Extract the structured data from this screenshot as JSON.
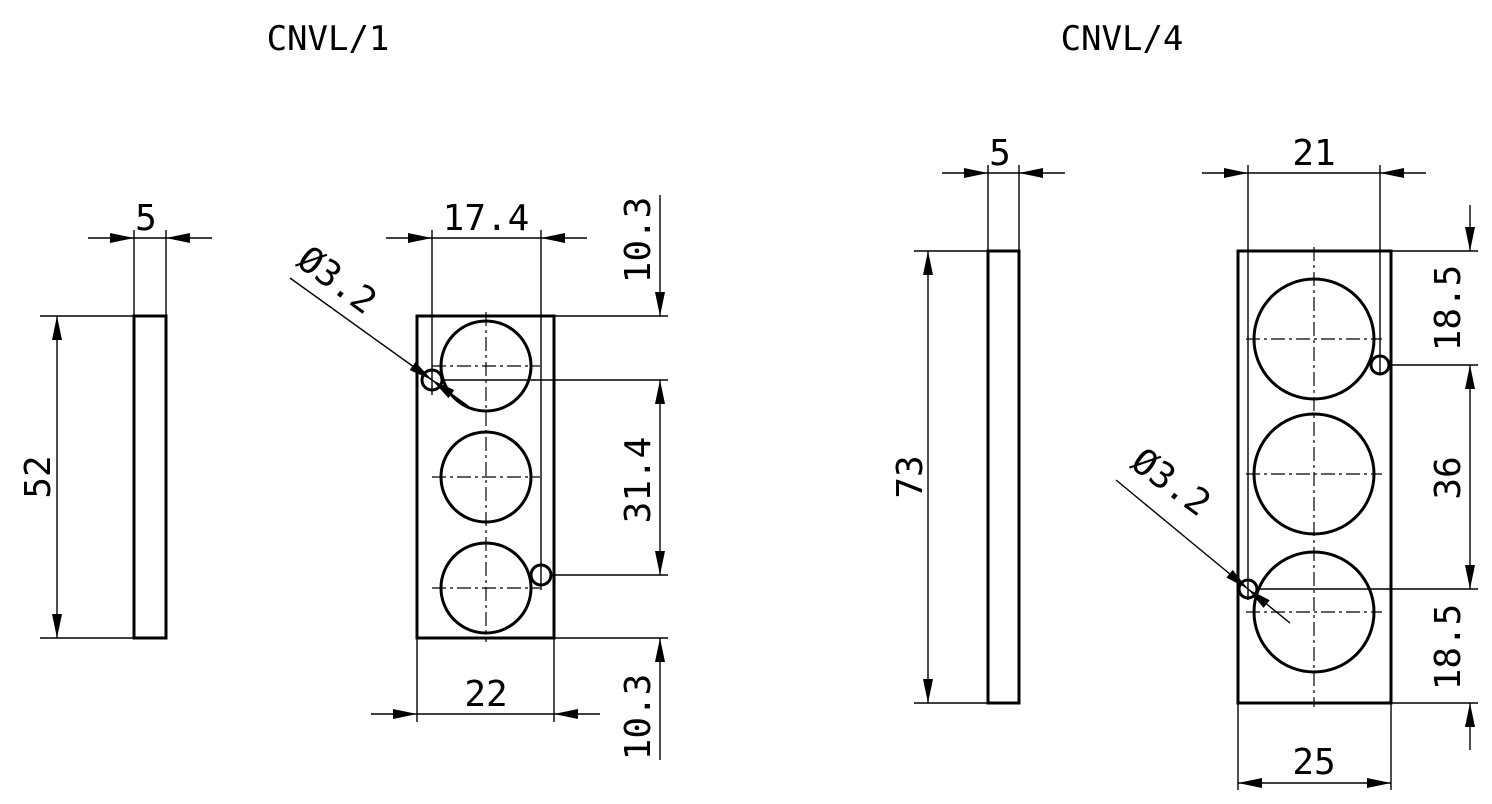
{
  "drawings": [
    {
      "title": "CNVL/1",
      "dimensions": {
        "thickness": "5",
        "height": "52",
        "hole_spacing": "17.4",
        "width": "22",
        "top_offset": "10.3",
        "pitch": "31.4",
        "bottom_offset": "10.3",
        "hole_diameter": "Ø3.2"
      }
    },
    {
      "title": "CNVL/4",
      "dimensions": {
        "thickness": "5",
        "height": "73",
        "hole_spacing": "21",
        "width": "25",
        "top_offset": "18.5",
        "pitch": "36",
        "bottom_offset": "18.5",
        "hole_diameter": "Ø3.2"
      }
    }
  ]
}
